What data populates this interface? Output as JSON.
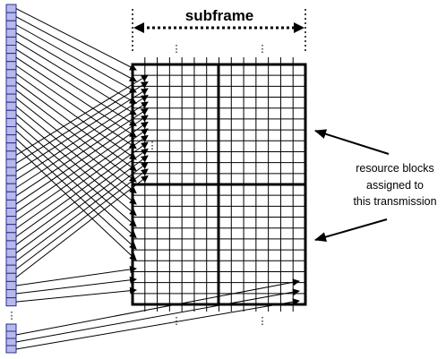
{
  "title": "subframe",
  "annotation": {
    "lines": [
      "resource blocks",
      "assigned to",
      "this transmission"
    ]
  },
  "ellipsis": "⋮",
  "colors": {
    "bit_fill": "#b7b9ee",
    "bit_stroke": "#2a2f86",
    "line": "#000000",
    "grid": "#000000"
  }
}
